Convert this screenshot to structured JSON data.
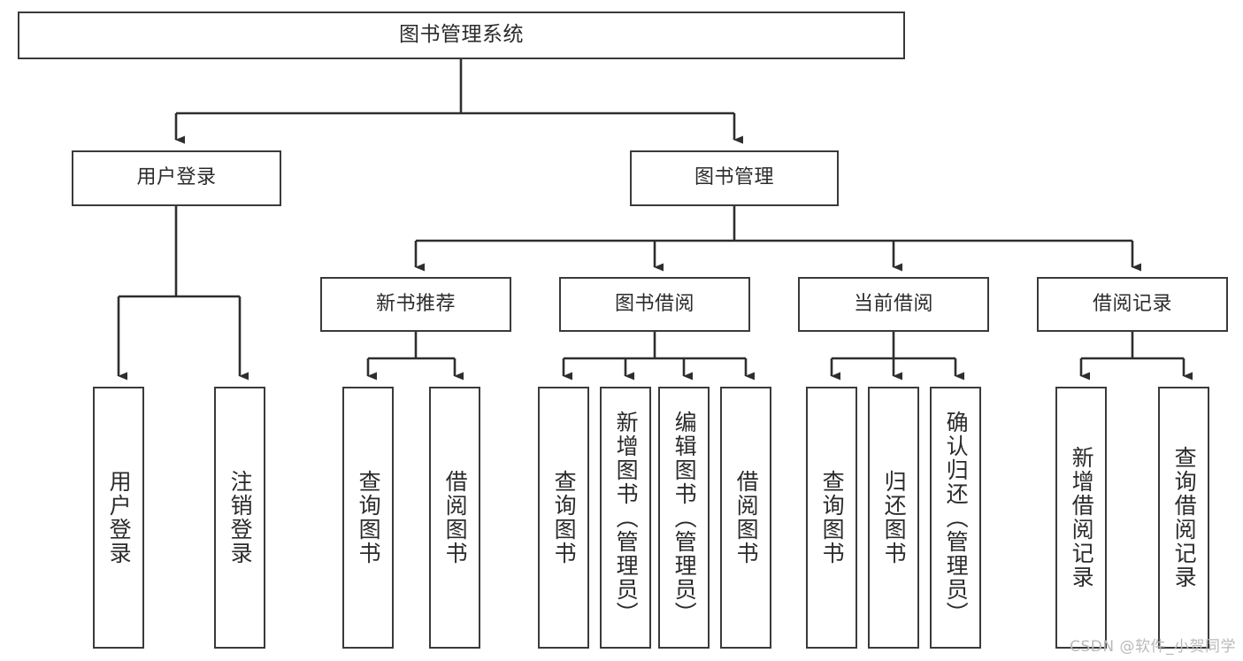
{
  "diagram": {
    "type": "tree-hierarchy",
    "title": "图书管理系统",
    "stroke_color": "#3a3a3a",
    "text_color": "#2b2b2b",
    "background_color": "#ffffff",
    "orientation": "top-down"
  },
  "nodes": {
    "root": {
      "label": "图书管理系统",
      "level": 0
    },
    "level1": [
      {
        "id": "user-login",
        "label": "用户登录"
      },
      {
        "id": "book-manage",
        "label": "图书管理"
      }
    ],
    "level2": [
      {
        "id": "new-book-rec",
        "label": "新书推荐",
        "parent": "book-manage"
      },
      {
        "id": "book-borrow",
        "label": "图书借阅",
        "parent": "book-manage"
      },
      {
        "id": "current-borrow",
        "label": "当前借阅",
        "parent": "book-manage"
      },
      {
        "id": "borrow-record",
        "label": "借阅记录",
        "parent": "book-manage"
      }
    ],
    "leaves": [
      {
        "id": "leaf-user-login",
        "label": "用户登录",
        "parent": "user-login"
      },
      {
        "id": "leaf-logout",
        "label": "注销登录",
        "parent": "user-login"
      },
      {
        "id": "leaf-query-book-1",
        "label": "查询图书",
        "parent": "new-book-rec"
      },
      {
        "id": "leaf-borrow-book-1",
        "label": "借阅图书",
        "parent": "new-book-rec"
      },
      {
        "id": "leaf-query-book-2",
        "label": "查询图书",
        "parent": "book-borrow"
      },
      {
        "id": "leaf-add-book",
        "label": "新增图书（管理员）",
        "parent": "book-borrow"
      },
      {
        "id": "leaf-edit-book",
        "label": "编辑图书（管理员）",
        "parent": "book-borrow"
      },
      {
        "id": "leaf-borrow-book-2",
        "label": "借阅图书",
        "parent": "book-borrow"
      },
      {
        "id": "leaf-query-book-3",
        "label": "查询图书",
        "parent": "current-borrow"
      },
      {
        "id": "leaf-return-book",
        "label": "归还图书",
        "parent": "current-borrow"
      },
      {
        "id": "leaf-confirm-return",
        "label": "确认归还（管理员）",
        "parent": "current-borrow"
      },
      {
        "id": "leaf-add-record",
        "label": "新增借阅记录",
        "parent": "borrow-record"
      },
      {
        "id": "leaf-query-record",
        "label": "查询借阅记录",
        "parent": "borrow-record"
      }
    ]
  },
  "watermark": {
    "text": "CSDN @软件_小贺同学"
  }
}
